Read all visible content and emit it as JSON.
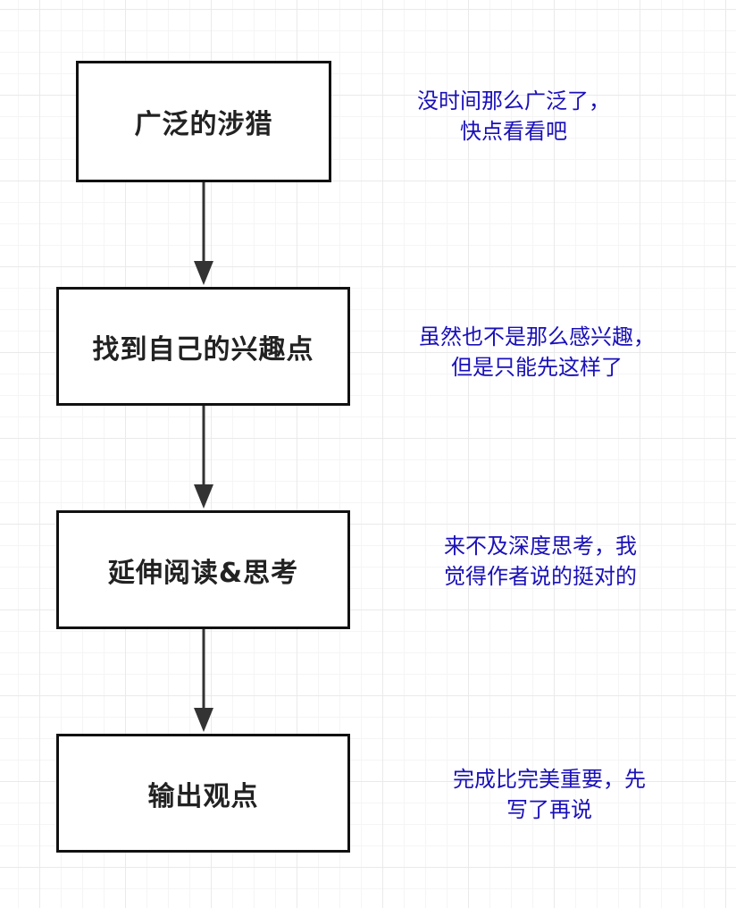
{
  "steps": [
    {
      "label": "广泛的涉猎"
    },
    {
      "label": "找到自己的兴趣点"
    },
    {
      "label": "延伸阅读&思考"
    },
    {
      "label": "输出观点"
    }
  ],
  "notes": [
    {
      "line1": "没时间那么广泛了，",
      "line2": "快点看看吧"
    },
    {
      "line1": "虽然也不是那么感兴趣，",
      "line2": "但是只能先这样了"
    },
    {
      "line1": "来不及深度思考，我",
      "line2": "觉得作者说的挺对的"
    },
    {
      "line1": "完成比完美重要，先",
      "line2": "写了再说"
    }
  ],
  "colors": {
    "note_text": "#1a10b8",
    "box_border": "#111111",
    "arrow": "#333333",
    "grid": "#eaeaea"
  }
}
